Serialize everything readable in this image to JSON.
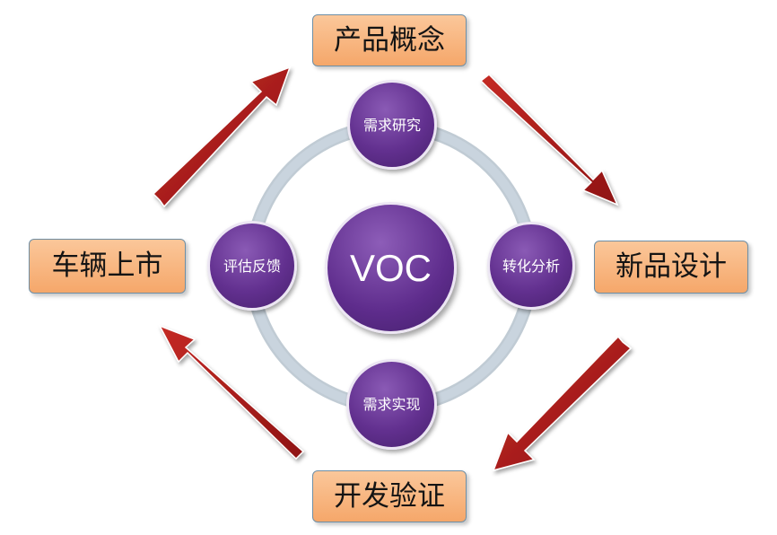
{
  "diagram": {
    "boxes": {
      "top": "产品概念",
      "right": "新品设计",
      "bottom": "开发验证",
      "left": "车辆上市"
    },
    "nodes": {
      "top": "需求研究",
      "right": "转化分析",
      "bottom": "需求实现",
      "left": "评估反馈"
    },
    "center": "VOC"
  },
  "colors": {
    "box_fill": "#f7b07a",
    "node_purple": "#5e2c8c",
    "arrow_red": "#b41b1b",
    "ring": "#b9c7d3"
  }
}
